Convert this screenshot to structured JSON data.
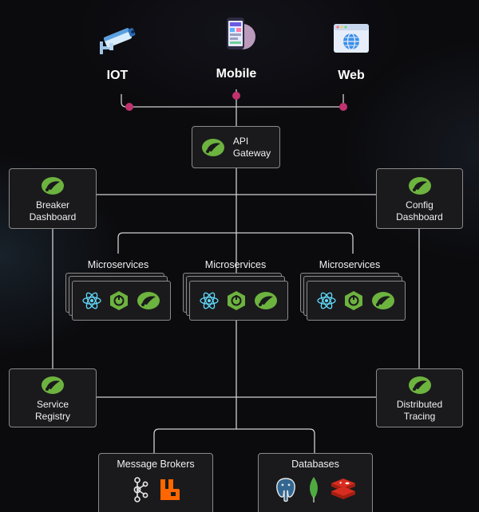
{
  "clients": {
    "iot": {
      "label": "IOT",
      "icon": "security-camera-icon"
    },
    "mobile": {
      "label": "Mobile",
      "icon": "smartphone-icon"
    },
    "web": {
      "label": "Web",
      "icon": "browser-globe-icon"
    }
  },
  "gateway": {
    "label_line1": "API",
    "label_line2": "Gateway",
    "icon": "spring-leaf-icon"
  },
  "breaker": {
    "label_line1": "Breaker",
    "label_line2": "Dashboard",
    "icon": "spring-leaf-icon"
  },
  "config": {
    "label_line1": "Config",
    "label_line2": "Dashboard",
    "icon": "spring-leaf-icon"
  },
  "microservices": [
    {
      "label": "Microservices",
      "icons": [
        "react-icon",
        "spring-boot-icon",
        "spring-leaf-icon"
      ]
    },
    {
      "label": "Microservices",
      "icons": [
        "react-icon",
        "spring-boot-icon",
        "spring-leaf-icon"
      ]
    },
    {
      "label": "Microservices",
      "icons": [
        "react-icon",
        "spring-boot-icon",
        "spring-leaf-icon"
      ]
    }
  ],
  "registry": {
    "label_line1": "Service",
    "label_line2": "Registry",
    "icon": "spring-leaf-icon"
  },
  "tracing": {
    "label_line1": "Distributed",
    "label_line2": "Tracing",
    "icon": "spring-leaf-icon"
  },
  "brokers": {
    "label": "Message Brokers",
    "icons": [
      "kafka-icon",
      "rabbitmq-icon"
    ]
  },
  "databases": {
    "label": "Databases",
    "icons": [
      "postgresql-icon",
      "mongodb-icon",
      "redis-icon"
    ]
  },
  "colors": {
    "spring_green": "#6db33f",
    "connector_pink": "#c2326f",
    "line": "#cfcfcf",
    "box_border": "#8a8a8a",
    "react_blue": "#61dafb",
    "rabbit_orange": "#ff6600",
    "redis_red": "#d82c20",
    "mongo_green": "#4faa41",
    "postgres_blue": "#336791"
  }
}
